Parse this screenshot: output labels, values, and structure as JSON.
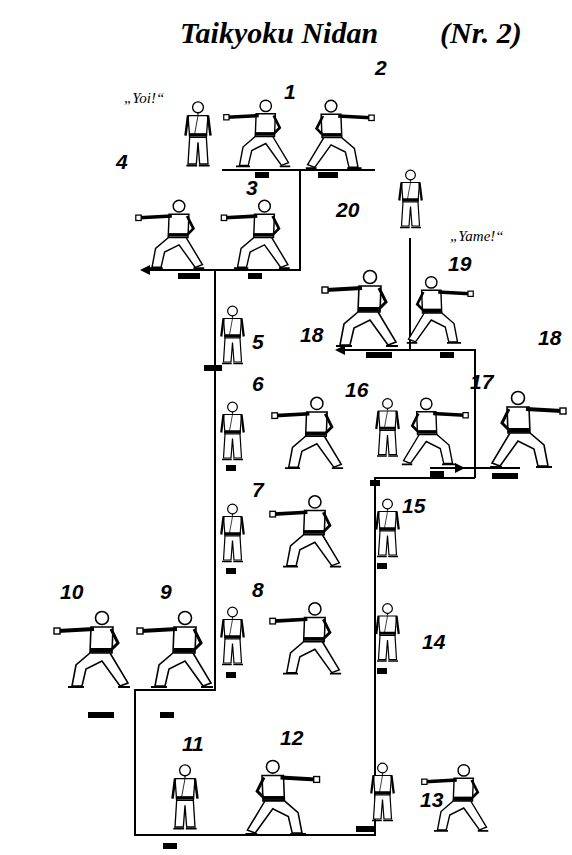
{
  "diagram": {
    "title": "Taikyoku Nidan",
    "labels": [
      "(Nr. 2)",
      "1",
      "2",
      "„Yoi!“",
      "4",
      "3",
      "20",
      "„Yame!“",
      "19",
      "18",
      "5",
      "6",
      "16",
      "17",
      "18",
      "7",
      "15",
      "10",
      "9",
      "8",
      "14",
      "11",
      "12",
      "13"
    ]
  }
}
